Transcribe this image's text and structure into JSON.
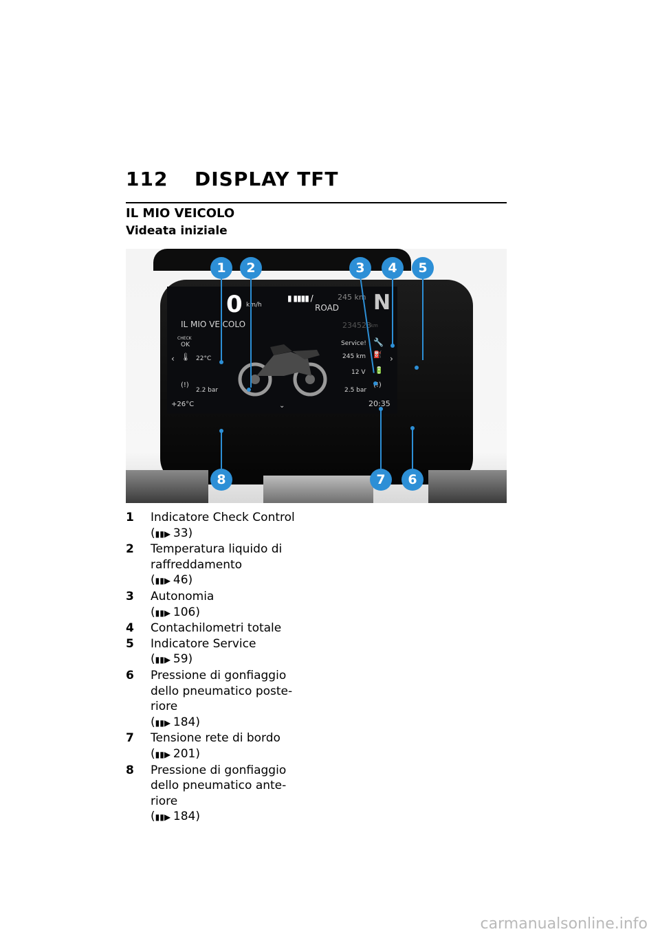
{
  "header": {
    "page_number": "112",
    "chapter": "DISPLAY TFT"
  },
  "section": {
    "title": "IL MIO VEICOLO",
    "subtitle": "Videata iniziale"
  },
  "display": {
    "speed": "0",
    "speed_unit": "km/h",
    "range_top": "245 km",
    "riding_mode": "ROAD",
    "gear": "N",
    "menu_title": "IL MIO VEICOLO",
    "odometer": "234523",
    "odometer_unit": "km",
    "check_label": "CHECK",
    "check_status": "OK",
    "coolant_temp": "22°C",
    "service_text": "Service!",
    "range": "245 km",
    "voltage": "12 V",
    "front_pressure": "2.2 bar",
    "rear_pressure": "2.5 bar",
    "ambient_temp": "+26°C",
    "clock": "20:35"
  },
  "callouts": [
    "1",
    "2",
    "3",
    "4",
    "5",
    "6",
    "7",
    "8"
  ],
  "legend": [
    {
      "num": "1",
      "lines": [
        "Indicatore Check Control"
      ],
      "ref": "33"
    },
    {
      "num": "2",
      "lines": [
        "Temperatura liquido di",
        "raffreddamento"
      ],
      "ref": "46"
    },
    {
      "num": "3",
      "lines": [
        "Autonomia"
      ],
      "ref": "106"
    },
    {
      "num": "4",
      "lines": [
        "Contachilometri totale"
      ],
      "ref": ""
    },
    {
      "num": "5",
      "lines": [
        "Indicatore Service"
      ],
      "ref": "59"
    },
    {
      "num": "6",
      "lines": [
        "Pressione di gonfiaggio",
        "dello pneumatico poste-",
        "riore"
      ],
      "ref": "184"
    },
    {
      "num": "7",
      "lines": [
        "Tensione rete di bordo"
      ],
      "ref": "201"
    },
    {
      "num": "8",
      "lines": [
        "Pressione di gonfiaggio",
        "dello pneumatico ante-",
        "riore"
      ],
      "ref": "184"
    }
  ],
  "watermark": "carmanualsonline.info",
  "colors": {
    "callout": "#2d8fd6",
    "screen": "#0b0c0f"
  }
}
